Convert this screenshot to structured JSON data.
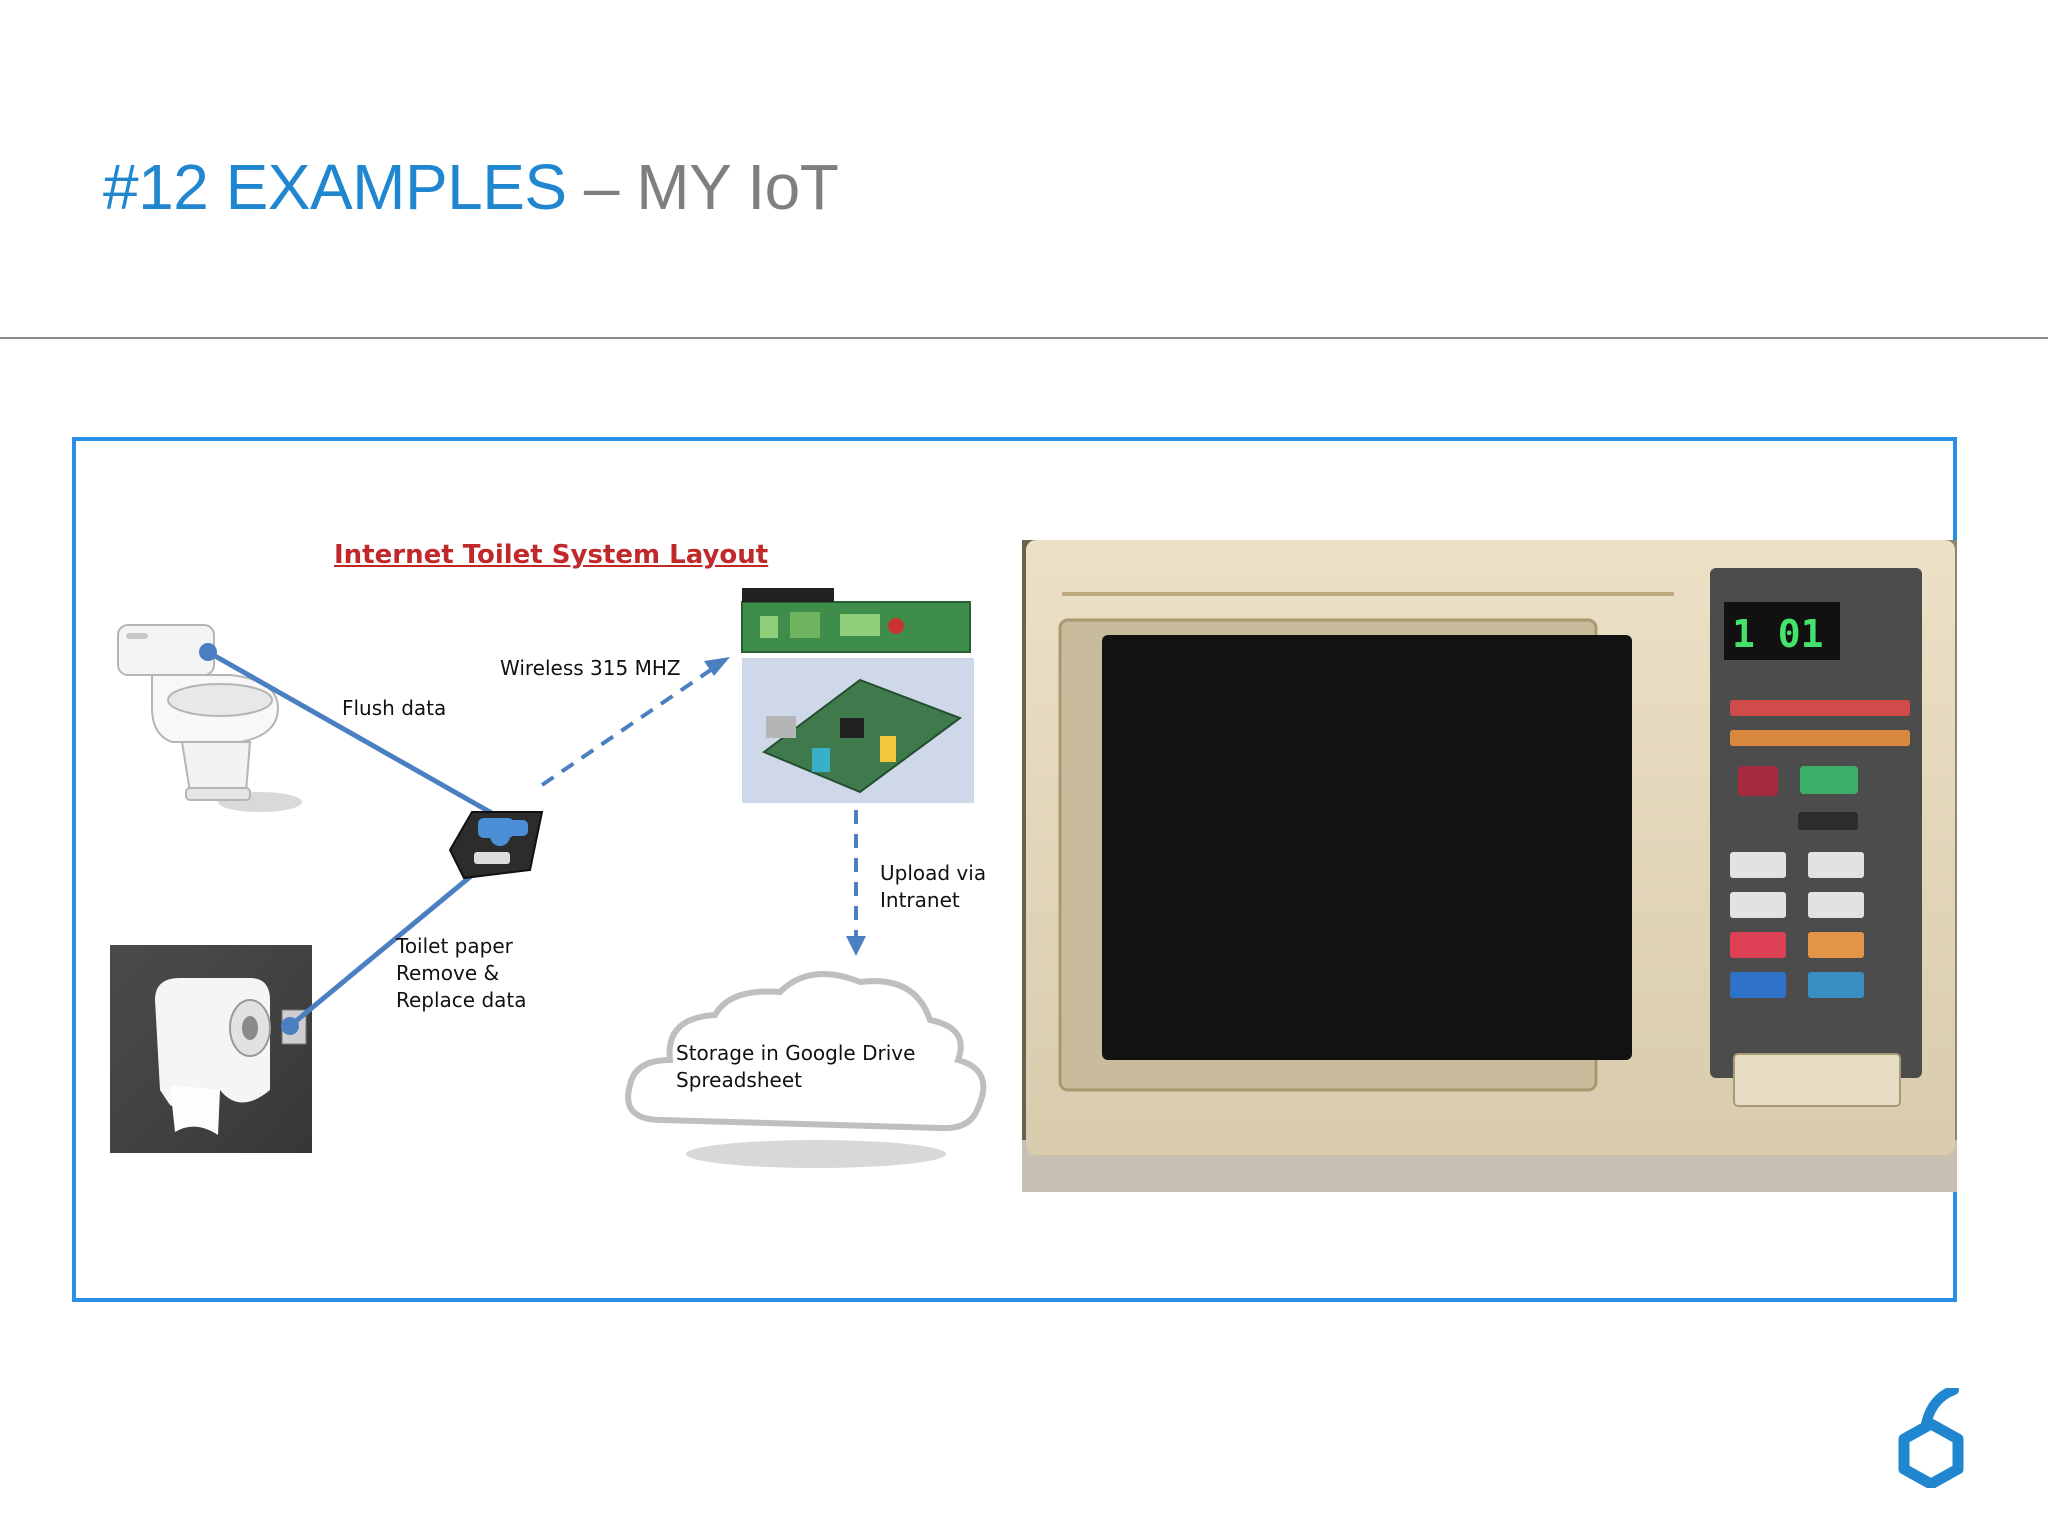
{
  "slide": {
    "title_accent": "#12 EXAMPLES",
    "title_rest": " – MY IoT"
  },
  "diagram": {
    "title": "Internet Toilet System Layout",
    "labels": {
      "flush": "Flush data",
      "wireless": "Wireless 315 MHZ",
      "upload": "Upload via\nIntranet",
      "toilet_paper": "Toilet paper\nRemove &\nReplace data",
      "storage": "Storage in Google Drive\nSpreadsheet"
    }
  },
  "microwave": {
    "display": "1 01"
  },
  "colors": {
    "accent": "#1f86cf",
    "frame": "#2b8ee6",
    "diagram_title": "#c0282a",
    "link_line": "#4a7fc1"
  },
  "icons": [
    "toilet-icon",
    "toilet-paper-icon",
    "sensor-device-icon",
    "circuit-board-icon",
    "cloud-icon",
    "microwave-photo",
    "brand-logo-icon"
  ]
}
